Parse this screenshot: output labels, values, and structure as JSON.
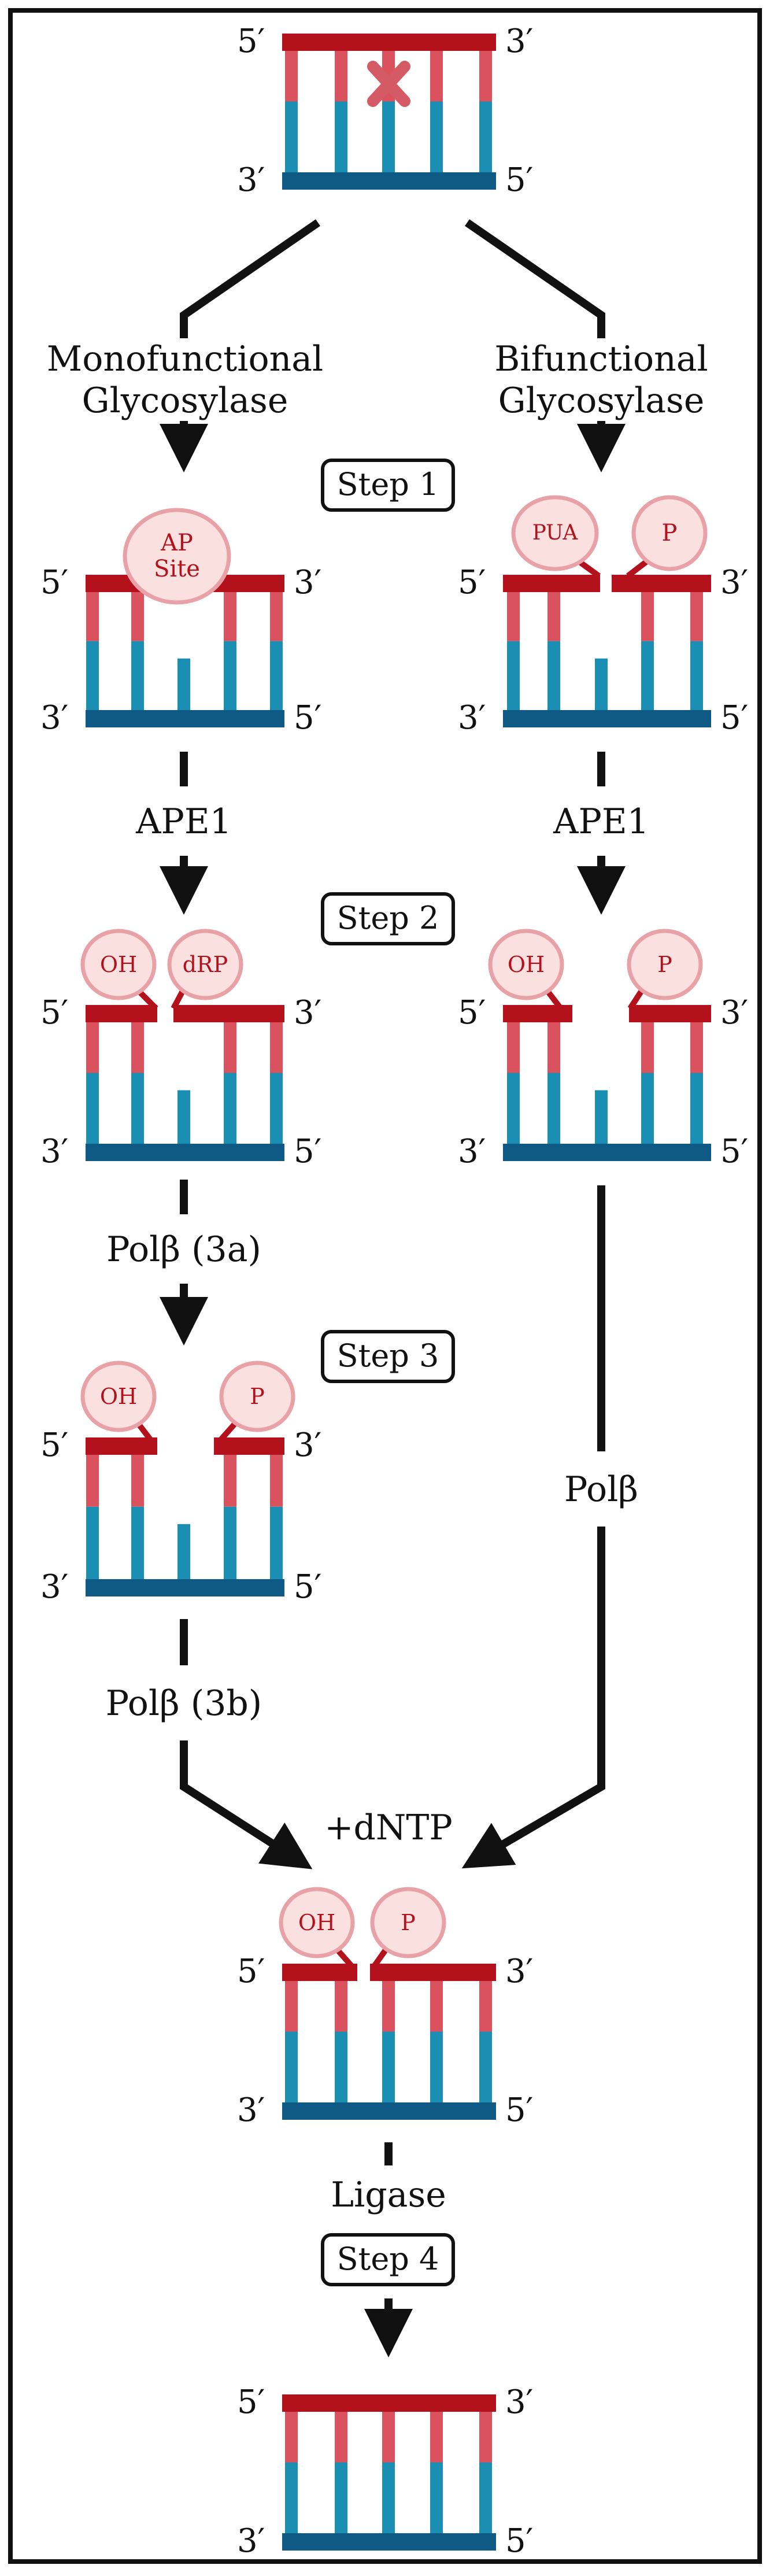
{
  "diagram": {
    "end_labels": {
      "five_prime": "5′",
      "three_prime": "3′"
    },
    "branch_labels": {
      "monofunctional": "Monofunctional\nGlycosylase",
      "bifunctional": "Bifunctional\nGlycosylase",
      "ape1_left": "APE1",
      "ape1_right": "APE1",
      "polb_3a": "Polβ (3a)",
      "polb_3b": "Polβ (3b)",
      "polb_right": "Polβ",
      "dntp": "+dNTP",
      "ligase": "Ligase"
    },
    "steps": [
      "Step 1",
      "Step 2",
      "Step 3",
      "Step 4"
    ],
    "groups": {
      "ap_site": "AP\nSite",
      "pua": "PUA",
      "p": "P",
      "oh": "OH",
      "drp": "dRP"
    },
    "colors": {
      "backbone_top": "#b3121c",
      "strand_top": "#d9525e",
      "strand_bottom": "#1a8fb3",
      "backbone_bottom": "#0f5a84",
      "group_fill": "#fbe0e0",
      "group_stroke": "#e8a1a6",
      "group_text": "#b3121c",
      "damage_mark": "#d45a66"
    }
  }
}
